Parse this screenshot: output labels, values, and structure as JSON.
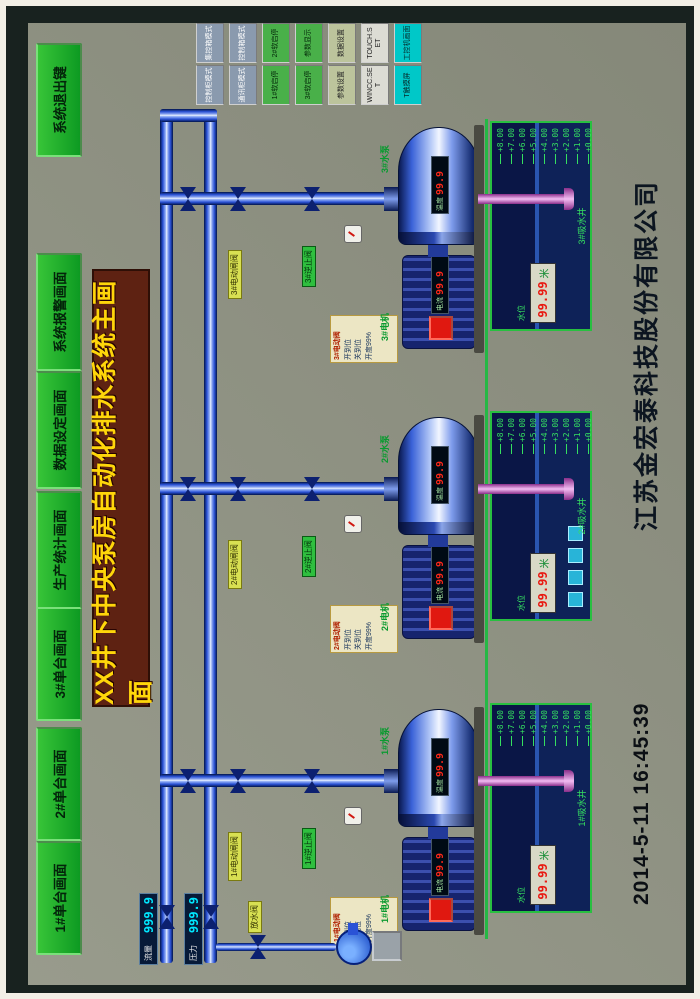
{
  "title": {
    "text": "XX井下中央泵房自动化排水系统主画面"
  },
  "menu": {
    "buttons": [
      {
        "label": "1#单台画面"
      },
      {
        "label": "2#单台画面"
      },
      {
        "label": "3#单台画面"
      },
      {
        "label": "生产统计画面"
      },
      {
        "label": "数据设定画面"
      },
      {
        "label": "系统报警画面"
      },
      {
        "label": "系统退出键"
      }
    ]
  },
  "readouts": {
    "flow": {
      "label": "流量",
      "value": "999.9"
    },
    "pressure": {
      "label": "压力",
      "value": "999.9"
    }
  },
  "control_panel": {
    "columns": [
      {
        "buttons": [
          "控制柜模式",
          "通讯柜模式",
          "1#软启停",
          "3#软启停",
          "参数设置",
          "WINCC.SET",
          "T触摸屏"
        ]
      },
      {
        "buttons": [
          "集控箱模式",
          "控制箱模式",
          "2#软启停",
          "参数显示",
          "数据设置",
          "TOUCH.SET",
          "工控机画面"
        ]
      }
    ]
  },
  "aux": {
    "valve_tag": "放水阀"
  },
  "scale": [
    "+8.00",
    "+7.00",
    "+6.00",
    "+5.00",
    "+4.00",
    "+3.00",
    "+2.00",
    "+1.00",
    "+0.00"
  ],
  "pumps": [
    {
      "id": "1#",
      "pump_label": "1#水泵",
      "motor_label": "1#电机",
      "temp_label": "温度",
      "temp_value": "99.9",
      "current_label": "电流",
      "current_value": "99.9",
      "valve_tag": "1#电动闸阀",
      "check_valve_tag": "1#逆止阀",
      "valve_panel": {
        "title": "1#电动阀",
        "rows": [
          "开到位",
          "关到位",
          "开度99%"
        ]
      },
      "sump": {
        "name": "1#吸水井",
        "level_label": "水位",
        "level_value": "99.99",
        "level_unit": "米"
      }
    },
    {
      "id": "2#",
      "pump_label": "2#水泵",
      "motor_label": "2#电机",
      "temp_label": "温度",
      "temp_value": "99.9",
      "current_label": "电流",
      "current_value": "99.9",
      "valve_tag": "2#电动闸阀",
      "check_valve_tag": "2#逆止阀",
      "valve_panel": {
        "title": "2#电动阀",
        "rows": [
          "开到位",
          "关到位",
          "开度99%"
        ]
      },
      "sump": {
        "name": "2#吸水井",
        "level_label": "水位",
        "level_value": "99.99",
        "level_unit": "米"
      }
    },
    {
      "id": "3#",
      "pump_label": "3#水泵",
      "motor_label": "3#电机",
      "temp_label": "温度",
      "temp_value": "99.9",
      "current_label": "电流",
      "current_value": "99.9",
      "valve_tag": "3#电动闸阀",
      "check_valve_tag": "3#逆止阀",
      "valve_panel": {
        "title": "3#电动阀",
        "rows": [
          "开到位",
          "关到位",
          "开度99%"
        ]
      },
      "sump": {
        "name": "3#吸水井",
        "level_label": "水位",
        "level_value": "99.99",
        "level_unit": "米"
      }
    }
  ],
  "status_bar": {
    "datetime": "2014-5-11  16:45:39",
    "company": "江苏金宏泰科技股份有限公司"
  }
}
